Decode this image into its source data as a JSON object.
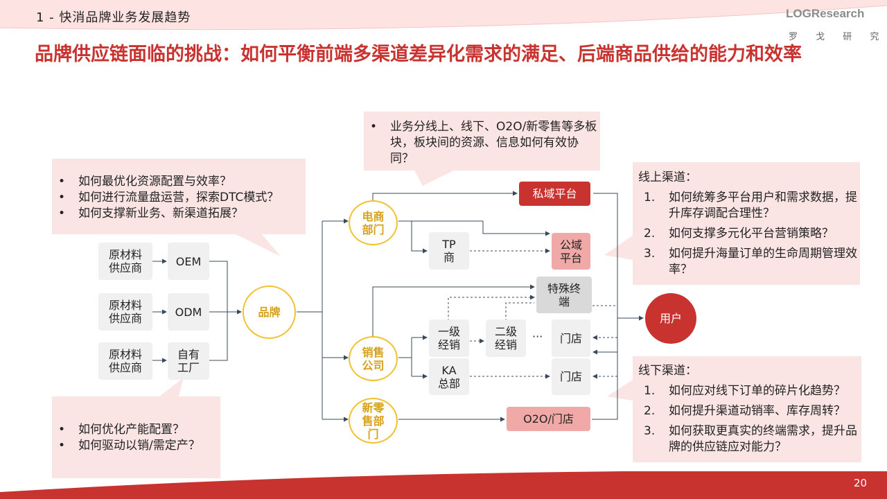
{
  "header": {
    "section": "1 - 快消品牌业务发展趋势",
    "logo_main": "LOGResearch",
    "logo_sub": "罗 戈 研 究",
    "title": "品牌供应链面临的挑战：如何平衡前端多渠道差异化需求的满足、后端商品供给的能力和效率"
  },
  "callouts": {
    "top_center": [
      "业务分线上、线下、O2O/新零售等多板块，板块间的资源、信息如何有效协同？"
    ],
    "top_left": [
      "如何最优化资源配置与效率？",
      "如何进行流量盘运营，探索DTC模式？",
      "如何支撑新业务、新渠道拓展？"
    ],
    "bottom_left": [
      "如何优化产能配置？",
      "如何驱动以销/需定产？"
    ],
    "online": {
      "heading": "线上渠道：",
      "items": [
        {
          "num": "1.",
          "text": "如何统筹多平台用户和需求数据，提升库存调配合理性？"
        },
        {
          "num": "2.",
          "text": "如何支撑多元化平台营销策略？"
        },
        {
          "num": "3.",
          "text": "如何提升海量订单的生命周期管理效率？"
        }
      ]
    },
    "offline": {
      "heading": "线下渠道：",
      "items": [
        {
          "num": "1.",
          "text": "如何应对线下订单的碎片化趋势？"
        },
        {
          "num": "2.",
          "text": "如何提升渠道动销率、库存周转？"
        },
        {
          "num": "3.",
          "text": "如何获取更真实的终端需求，提升品牌的供应链应对能力？"
        }
      ]
    }
  },
  "diagram": {
    "supplier": "原材料供应商",
    "oem": "OEM",
    "odm": "ODM",
    "own_factory": "自有工厂",
    "brand": "品牌",
    "ecommerce": "电商部门",
    "sales": "销售公司",
    "new_retail": "新零售部门",
    "private_platform": "私域平台",
    "tp": "TP商",
    "public_platform": "公域平台",
    "special_terminal": "特殊终端",
    "tier1": "一级经销",
    "tier2": "二级经销",
    "ellipsis": "···",
    "store1": "门店",
    "ka": "KA总部",
    "store2": "门店",
    "o2o": "O2O/门店",
    "user": "用户"
  },
  "colors": {
    "accent_red": "#c8332f",
    "callout_bg": "#fbe4e4",
    "circle_border": "#f2c12e"
  },
  "page_number": "20"
}
